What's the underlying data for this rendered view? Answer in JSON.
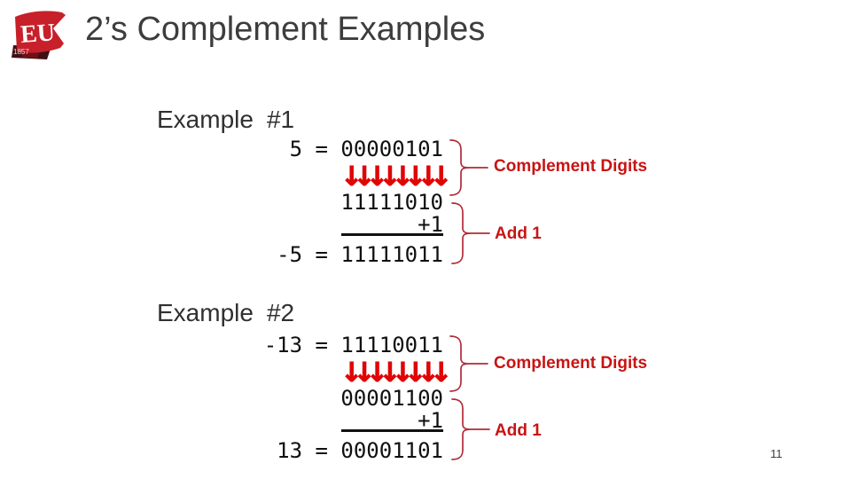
{
  "title": "2’s Complement Examples",
  "page_number": "11",
  "logo": {
    "monogram": "EU",
    "year": "1857"
  },
  "colors": {
    "accent_red": "#c81414",
    "arrow_red": "#e00505",
    "brace_red": "#b12b38",
    "flag_red": "#c7202a"
  },
  "examples": [
    {
      "heading_word": "Example",
      "heading_number": "#1",
      "start_line": "5 = 00000101",
      "arrows": "↓↓↓↓↓↓↓↓",
      "complement_line": "11111010",
      "plus_line": "+1",
      "result_line": "-5 = 11111011",
      "complement_label": "Complement Digits",
      "add_label": "Add 1"
    },
    {
      "heading_word": "Example",
      "heading_number": "#2",
      "start_line": "-13 = 11110011",
      "arrows": "↓↓↓↓↓↓↓↓",
      "complement_line": "00001100",
      "plus_line": "+1",
      "result_line": "13 = 00001101",
      "complement_label": "Complement Digits",
      "add_label": "Add 1"
    }
  ]
}
